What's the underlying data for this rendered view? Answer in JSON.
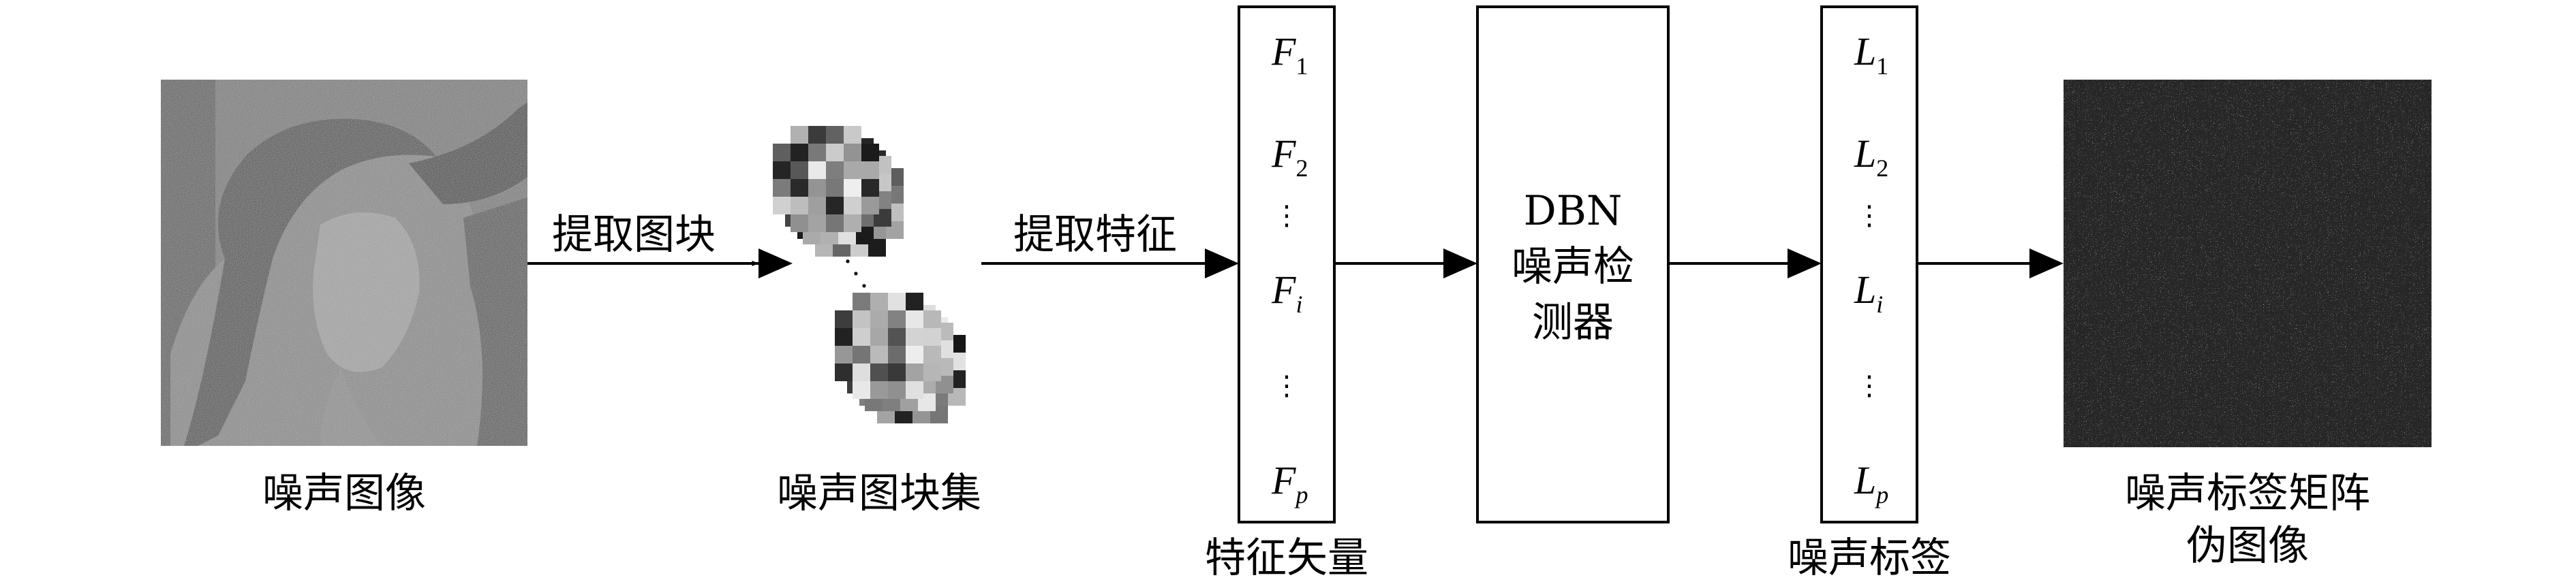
{
  "input_image": {
    "caption": "噪声图像"
  },
  "step_extract_patches": {
    "label": "提取图块"
  },
  "patch_set": {
    "caption": "噪声图块集"
  },
  "step_extract_features": {
    "label": "提取特征"
  },
  "feature_vector": {
    "caption": "特征矢量",
    "items": [
      {
        "base": "F",
        "sub": "1"
      },
      {
        "base": "F",
        "sub": "2"
      },
      {
        "base": "⋮",
        "sub": ""
      },
      {
        "base": "F",
        "sub": "i"
      },
      {
        "base": "⋮",
        "sub": ""
      },
      {
        "base": "F",
        "sub": "p"
      }
    ]
  },
  "detector": {
    "lines": [
      "DBN",
      "噪声检",
      "测器"
    ]
  },
  "noise_labels": {
    "caption": "噪声标签",
    "items": [
      {
        "base": "L",
        "sub": "1"
      },
      {
        "base": "L",
        "sub": "2"
      },
      {
        "base": "⋮",
        "sub": ""
      },
      {
        "base": "L",
        "sub": "i"
      },
      {
        "base": "⋮",
        "sub": ""
      },
      {
        "base": "L",
        "sub": "p"
      }
    ]
  },
  "output_image": {
    "caption_lines": [
      "噪声标签矩阵",
      "伪图像"
    ]
  },
  "colors": {
    "stroke": "#000000",
    "background": "#ffffff",
    "noise_dark": "#2a2a2a",
    "portrait_base": "#7a7a7a"
  }
}
